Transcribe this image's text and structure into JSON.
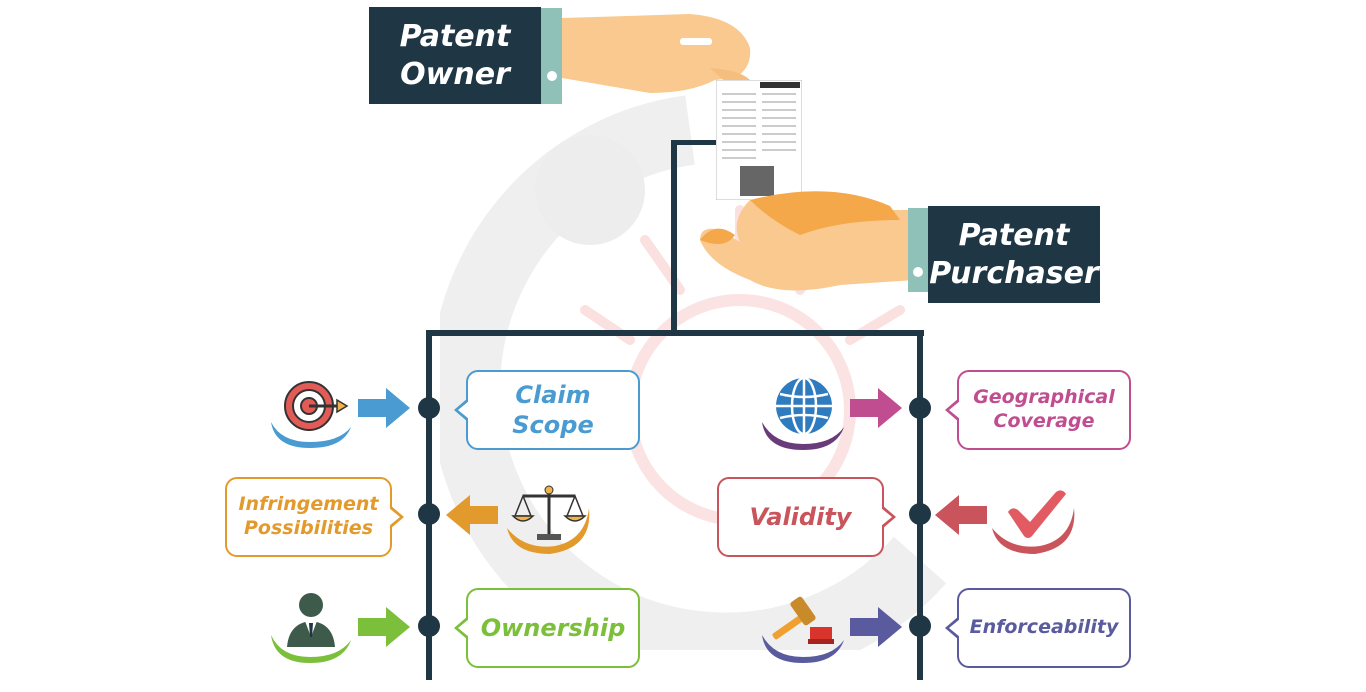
{
  "owner_label": {
    "line1": "Patent",
    "line2": "Owner"
  },
  "purchaser_label": {
    "line1": "Patent",
    "line2": "Purchaser"
  },
  "factors": {
    "claim_scope": {
      "line1": "Claim",
      "line2": "Scope",
      "color": "#4a9bd1",
      "icon": "target-icon"
    },
    "infringement": {
      "line1": "Infringement",
      "line2": "Possibilities",
      "color": "#e39a2d",
      "icon": "scales-icon"
    },
    "ownership": {
      "line1": "Ownership",
      "color": "#7bbf3a",
      "icon": "businessman-icon"
    },
    "geographical": {
      "line1": "Geographical",
      "line2": "Coverage",
      "color": "#c04d8f",
      "icon": "globe-icon"
    },
    "validity": {
      "line1": "Validity",
      "color": "#c9545c",
      "icon": "checkmark-icon"
    },
    "enforceability": {
      "line1": "Enforceability",
      "color": "#5a5a9e",
      "icon": "gavel-icon"
    }
  },
  "colors": {
    "trunk": "#1f3644",
    "skin": "#f9c98f",
    "skin_dark": "#f5a84a",
    "cuff": "#8fc1b8"
  }
}
